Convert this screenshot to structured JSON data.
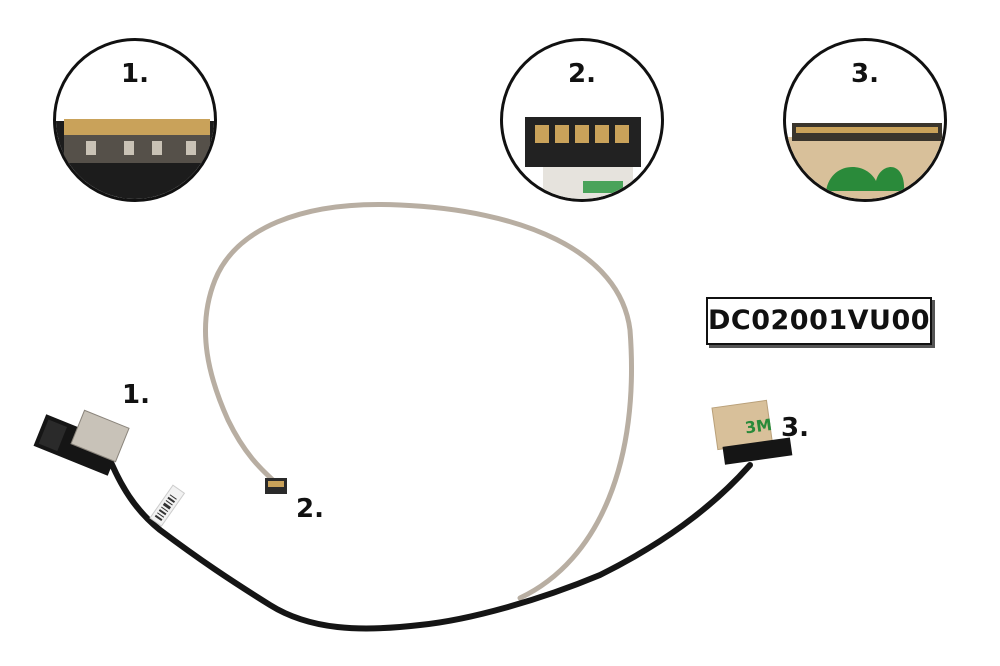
{
  "part_number": "DC02001VU00",
  "zoom_labels": [
    "1.",
    "2.",
    "3."
  ],
  "cable_labels": {
    "c1": "1.",
    "c2": "2.",
    "c3": "3."
  },
  "colors": {
    "cable_black": "#151515",
    "cable_grey": "#b8aea2",
    "gold": "#c9a25a",
    "tape_tan": "#d8c09a",
    "tape_green": "#2a8a3a"
  }
}
